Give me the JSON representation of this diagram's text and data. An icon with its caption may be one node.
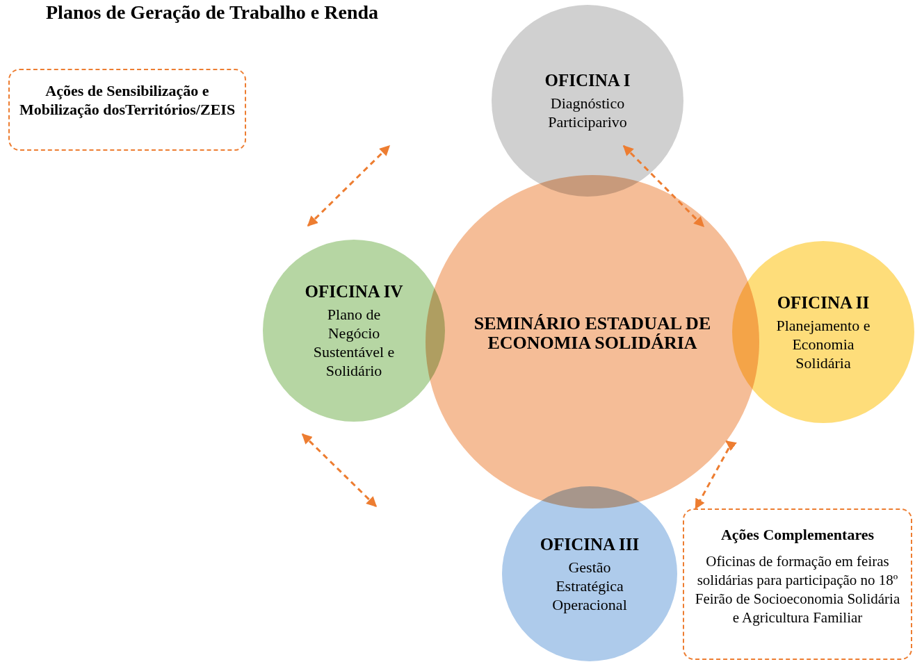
{
  "diagram": {
    "title": "Planos de Geração de Trabalho e Renda",
    "nodes": [
      {
        "text": [
          "Ações de Sensibilização e Mobilização dosTerritórios/ZEIS"
        ]
      },
      {
        "text": [
          "SEMINÁRIO ESTADUAL DE ECONOMIA SOLIDÁRIA"
        ]
      },
      {
        "text": [
          "OFICINA I",
          "Diagnóstico Participarivo"
        ]
      },
      {
        "text": [
          "OFICINA II",
          "Planejamento e Economia Solidária"
        ]
      },
      {
        "text": [
          "OFICINA III",
          "Gestão Estratégica Operacional"
        ]
      },
      {
        "text": [
          "OFICINA IV",
          "Plano de Negócio Sustentável e Solidário"
        ]
      },
      {
        "text": [
          "Ações Complementares",
          "Oficinas de formação em feiras solidárias para participação no 18º Feirão de Socioeconomia Solidária e Agricultura Familiar"
        ]
      }
    ],
    "edges": [
      {
        "from": 2,
        "to": 1,
        "arrow": "both",
        "style": "dashed"
      },
      {
        "from": 1,
        "to": 6,
        "arrow": "both",
        "style": "dashed"
      }
    ]
  }
}
